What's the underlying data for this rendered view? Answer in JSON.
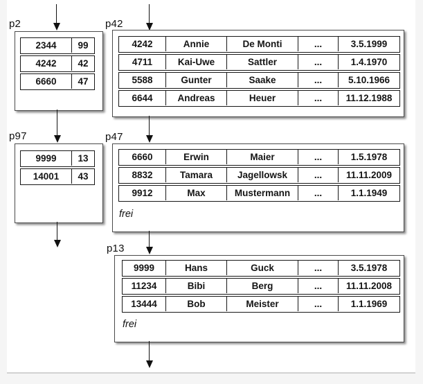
{
  "diagram": {
    "kind": "database-pages-chain",
    "free_space_label": "frei",
    "ellipsis": "...",
    "colors": {
      "background": "#f5f5f5",
      "slide": "#ffffff",
      "box_border": "#4a4a4a",
      "cell_border": "#161616",
      "text": "#111111",
      "arrow": "#111111"
    },
    "pages": [
      {
        "id": "p2",
        "label": "p2",
        "type": "index-page",
        "rows": [
          [
            "2344",
            "99"
          ],
          [
            "4242",
            "42"
          ],
          [
            "6660",
            "47"
          ]
        ]
      },
      {
        "id": "p42",
        "label": "p42",
        "type": "data-page",
        "rows": [
          [
            "4242",
            "Annie",
            "De Monti",
            "...",
            "3.5.1999"
          ],
          [
            "4711",
            "Kai-Uwe",
            "Sattler",
            "...",
            "1.4.1970"
          ],
          [
            "5588",
            "Gunter",
            "Saake",
            "...",
            "5.10.1966"
          ],
          [
            "6644",
            "Andreas",
            "Heuer",
            "...",
            "11.12.1988"
          ]
        ]
      },
      {
        "id": "p97",
        "label": "p97",
        "type": "index-page",
        "rows": [
          [
            "9999",
            "13"
          ],
          [
            "14001",
            "43"
          ]
        ]
      },
      {
        "id": "p47",
        "label": "p47",
        "type": "data-page",
        "rows": [
          [
            "6660",
            "Erwin",
            "Maier",
            "...",
            "1.5.1978"
          ],
          [
            "8832",
            "Tamara",
            "Jagellowsk",
            "...",
            "11.11.2009"
          ],
          [
            "9912",
            "Max",
            "Mustermann",
            "...",
            "1.1.1949"
          ]
        ],
        "free_label": "frei"
      },
      {
        "id": "p13",
        "label": "p13",
        "type": "data-page",
        "rows": [
          [
            "9999",
            "Hans",
            "Guck",
            "...",
            "3.5.1978"
          ],
          [
            "11234",
            "Bibi",
            "Berg",
            "...",
            "11.11.2008"
          ],
          [
            "13444",
            "Bob",
            "Meister",
            "...",
            "1.1.1969"
          ]
        ],
        "free_label": "frei"
      }
    ]
  }
}
